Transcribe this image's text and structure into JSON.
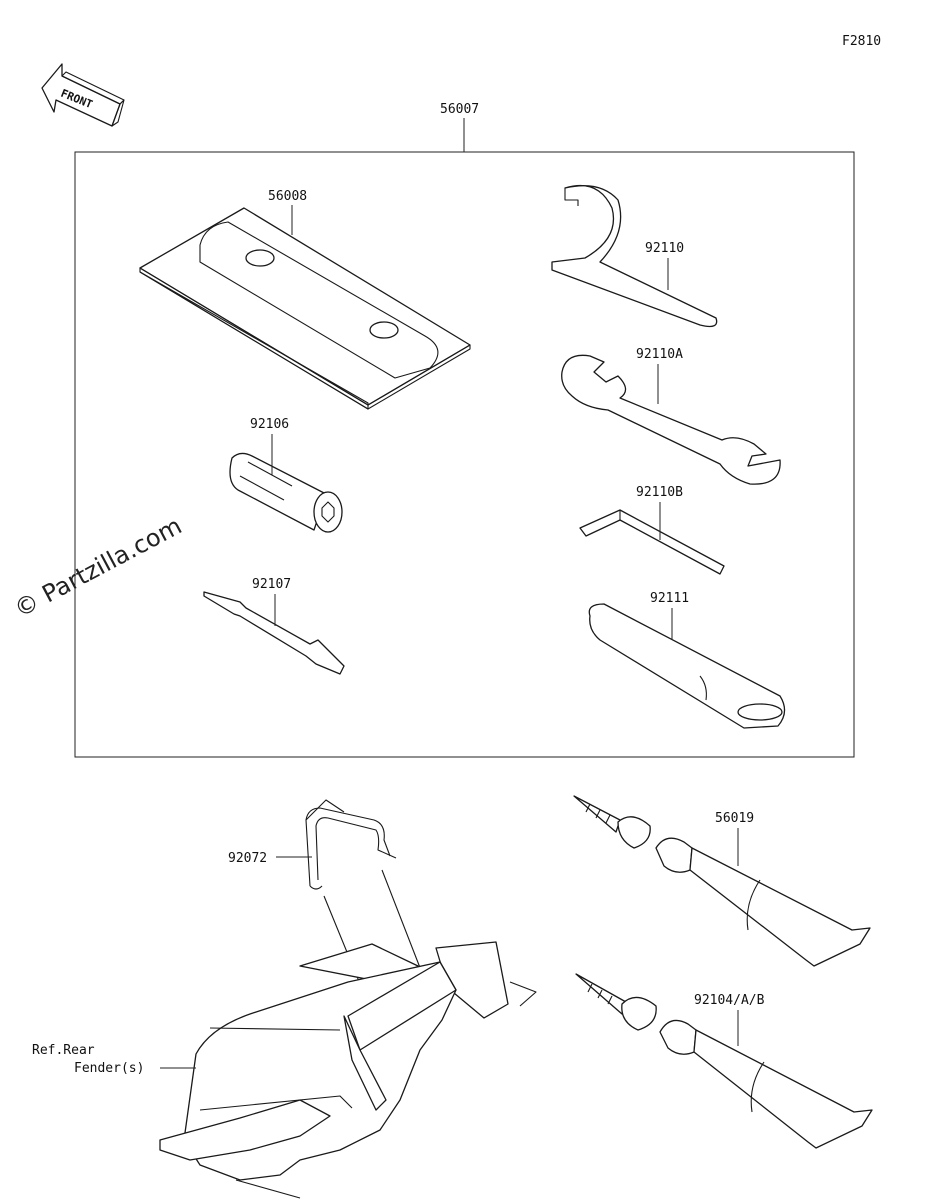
{
  "figure_code": "F2810",
  "front_label": "FRONT",
  "watermark": "© Partzilla.com",
  "kit_label": "56007",
  "parts": {
    "pouch": "56008",
    "spanner": "92110",
    "open_wrench": "92110A",
    "hex_key": "92110B",
    "socket": "92106",
    "screwdriver": "92107",
    "handle_pipe": "92111",
    "clip": "92072",
    "tube_1": "56019",
    "tube_2": "92104/A/B"
  },
  "reference": {
    "line1": "Ref.Rear",
    "line2": "Fender(s)"
  }
}
